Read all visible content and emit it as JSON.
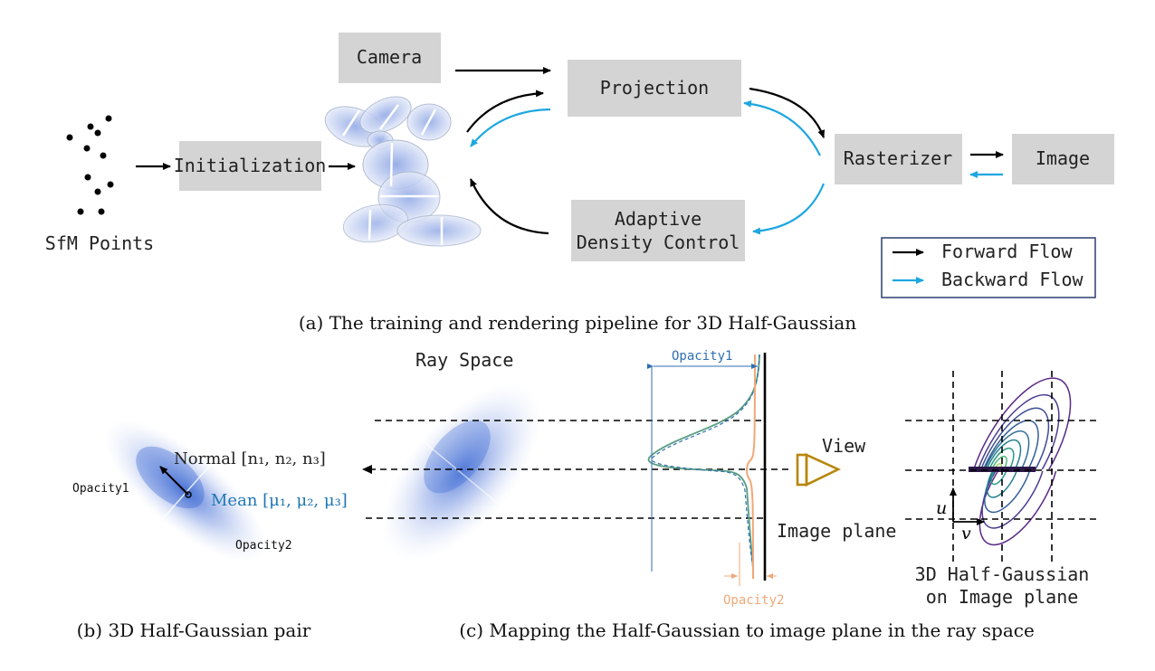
{
  "pipeline": {
    "sfm_points_label": "SfM Points",
    "initialization_label": "Initialization",
    "camera_label": "Camera",
    "projection_label": "Projection",
    "rasterizer_label": "Rasterizer",
    "image_label": "Image",
    "adaptive_line1": "Adaptive",
    "adaptive_line2": "Density Control"
  },
  "legend": {
    "forward_label": "Forward Flow",
    "backward_label": "Backward Flow",
    "forward_color": "#000000",
    "backward_color": "#1ea7e1"
  },
  "captions": {
    "a": "(a) The training and rendering pipeline for 3D Half-Gaussian",
    "b": "(b) 3D Half-Gaussian pair",
    "c": "(c) Mapping the Half-Gaussian to image plane in the ray space"
  },
  "pair": {
    "normal_label": "Normal [n₁, n₂, n₃]",
    "mean_label": "Mean [μ₁, μ₂, μ₃]",
    "opacity1_label": "Opacity1",
    "opacity2_label": "Opacity2",
    "mean_color": "#1f77b4"
  },
  "ray": {
    "ray_space_label": "Ray Space",
    "opacity1_label": "Opacity1",
    "opacity2_label": "Opacity2",
    "view_label": "View",
    "image_plane_label": "Image plane",
    "opacity1_color": "#2f6fb3",
    "opacity2_color": "#f0a878",
    "view_color": "#b8860b"
  },
  "imageplane": {
    "title_line1": "3D Half-Gaussian",
    "title_line2": "on Image plane",
    "u_label": "u",
    "v_label": "v"
  }
}
